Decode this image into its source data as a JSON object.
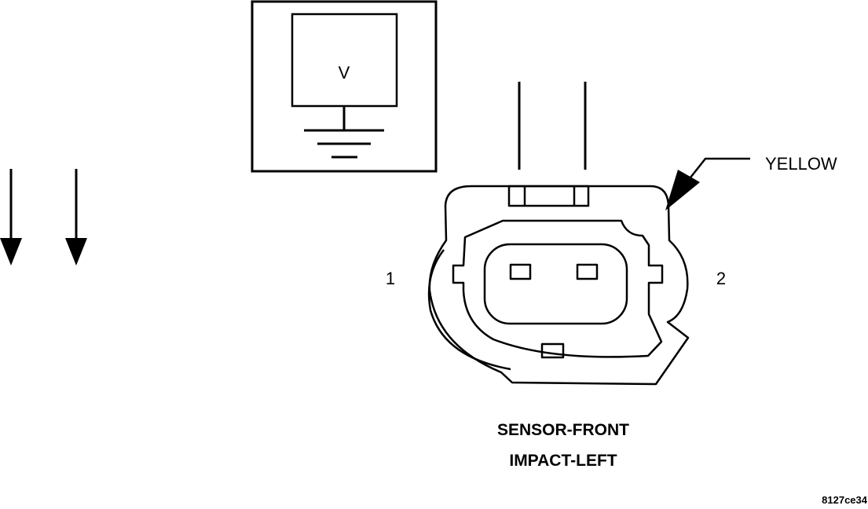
{
  "meter": {
    "symbol": "V"
  },
  "connector": {
    "wire_color": "YELLOW",
    "pin_left": "1",
    "pin_right": "2",
    "name_line1": "SENSOR-FRONT",
    "name_line2": "IMPACT-LEFT"
  },
  "figure_id": "8127ce34",
  "colors": {
    "ink": "#000000",
    "background": "#ffffff"
  }
}
